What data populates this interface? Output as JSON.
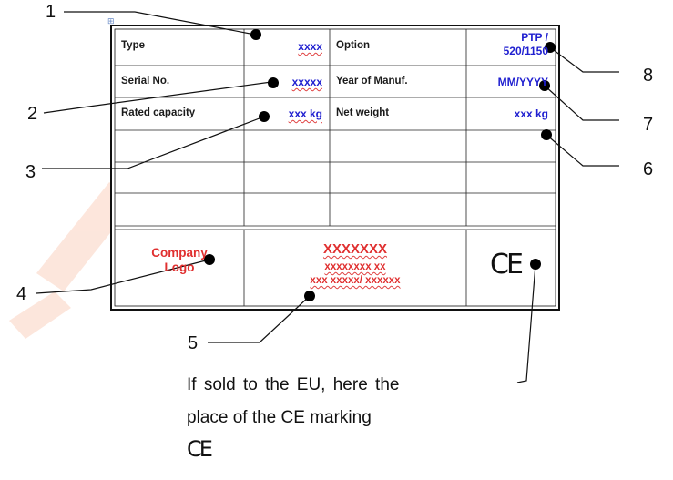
{
  "plate": {
    "rows": [
      {
        "label": "Type",
        "value": "xxxx",
        "label2": "Option",
        "value2_line1": "PTP /",
        "value2_line2": "520/1150"
      },
      {
        "label": "Serial No.",
        "value": "xxxxx",
        "label2": "Year of Manuf.",
        "value2": "MM/YYYY"
      },
      {
        "label": "Rated capacity",
        "value": "xxx kg",
        "label2": "Net weight",
        "value2": "xxx kg"
      }
    ],
    "logo_line1": "Company",
    "logo_line2": "Logo",
    "maker_name": "XXXXXXX",
    "maker_line2": "xxxxxxxx xx",
    "maker_line3": "xxx xxxxx/ xxxxxx",
    "ce_mark": "CE"
  },
  "callouts": {
    "c1": "1",
    "c2": "2",
    "c3": "3",
    "c4": "4",
    "c5": "5",
    "c6": "6",
    "c7": "7",
    "c8": "8"
  },
  "note": {
    "line1": "If sold to the EU, here the",
    "line2": "place of the CE marking",
    "ce_symbol": "CE"
  },
  "colors": {
    "label_text": "#1a1a1a",
    "value_text": "#1f1fd0",
    "logo_text": "#e03030",
    "watermark": "#f3a58a"
  }
}
